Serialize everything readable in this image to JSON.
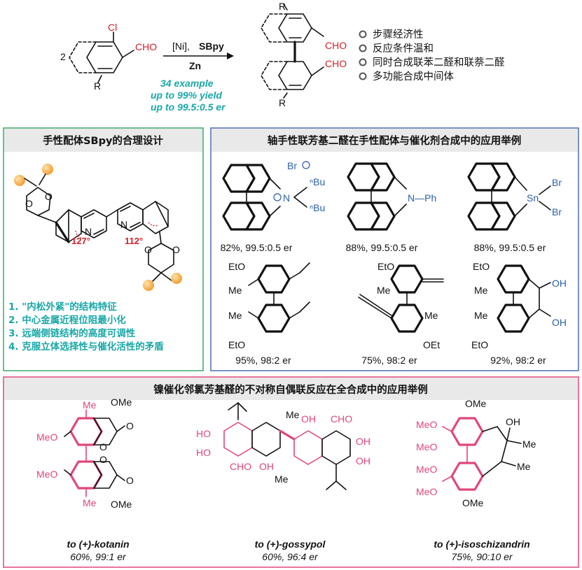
{
  "reaction": {
    "coefficient": "2",
    "substituent_cl": "Cl",
    "group_cho": "CHO",
    "substituent_r": "R",
    "catalyst": "[Ni],",
    "ligand": "SBpy",
    "reductant": "Zn",
    "scope_1": "34 example",
    "scope_2": "up to 99% yield",
    "scope_3": "up to 99.5:0.5 er",
    "features": [
      "步骤经济性",
      "反应条件温和",
      "同时合成联苯二醛和联萘二醛",
      "多功能合成中间体"
    ]
  },
  "ligand_panel": {
    "title": "手性配体SBpy的合理设计",
    "angle_1": "127°",
    "angle_2": "112°",
    "points": [
      "1. \"内松外紧\"的结构特征",
      "2. 中心金属近程位阻最小化",
      "3. 远端侧链结构的高度可调性",
      "4. 克服立体选择性与催化活性的矛盾"
    ]
  },
  "applications_panel": {
    "title": "轴手性联芳基二醛在手性配体与催化剂合成中的应用举例",
    "items": [
      {
        "result": "82%, 99.5:0.5 er"
      },
      {
        "result": "88%, 99.5:0.5 er"
      },
      {
        "result": "88%, 99.5:0.5 er"
      },
      {
        "result": "95%, 98:2 er"
      },
      {
        "result": "75%, 98:2 er"
      },
      {
        "result": "92%, 98:2 er"
      }
    ],
    "labels": {
      "br": "Br",
      "n": "N",
      "nbu": "ⁿBu",
      "nph": "N—Ph",
      "sn": "Sn",
      "oet": "EtO",
      "oet_r": "OEt",
      "me": "Me",
      "oh": "OH"
    }
  },
  "synthesis_panel": {
    "title": "镍催化邻氯芳基醛的不对称自偶联反应在全合成中的应用举例",
    "items": [
      {
        "target": "to (+)-kotanin",
        "result": "60%, 99:1 er"
      },
      {
        "target": "to (+)-gossypol",
        "result": "60%, 96:4 er"
      },
      {
        "target": "to (+)-isoschizandrin",
        "result": "75%, 90:10 er"
      }
    ],
    "labels": {
      "me": "Me",
      "ome": "OMe",
      "meo": "MeO",
      "o": "O",
      "ho": "HO",
      "oh": "OH",
      "cho": "CHO"
    }
  },
  "colors": {
    "panel_green_border": "#38a86b",
    "panel_blue_border": "#4a6fb5",
    "panel_pink_border": "#e0467c",
    "header_bg": "#e9e9e9",
    "accent_teal": "#1aa7a7",
    "accent_red": "#d21f2a",
    "accent_blue": "#2c5faa",
    "accent_pink": "#e0467c",
    "ball": "#f4b04a"
  }
}
